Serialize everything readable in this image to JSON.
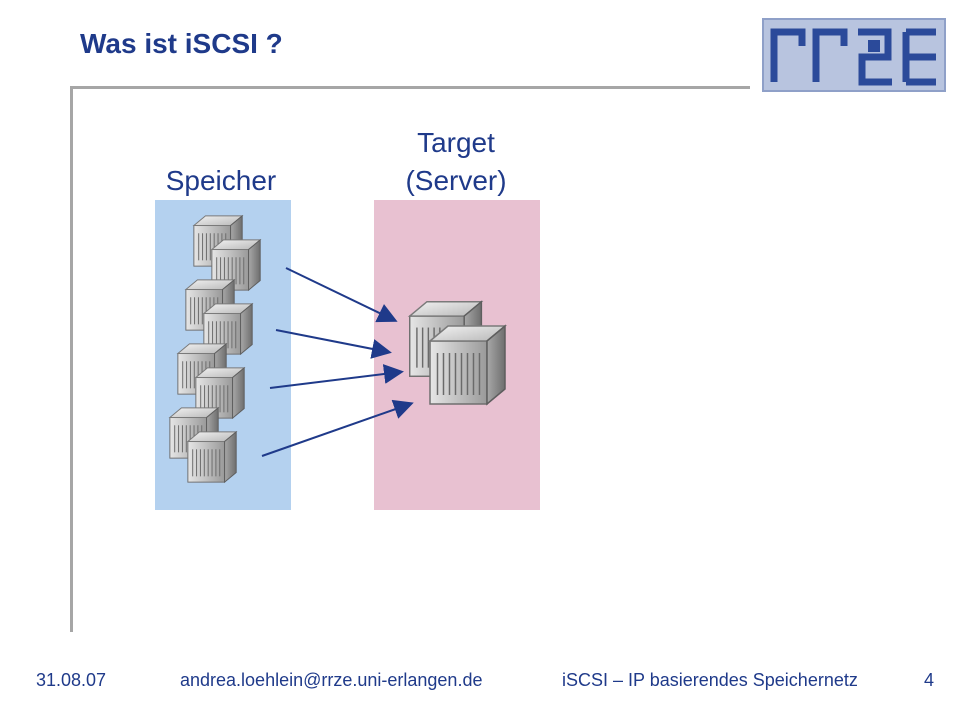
{
  "slide": {
    "title": "Was ist iSCSI ?",
    "labels": {
      "storage": "Speicher",
      "target_line1": "Target",
      "target_line2": "(Server)"
    },
    "logo": {
      "text": "rrze"
    }
  },
  "footer": {
    "date": "31.08.07",
    "email": "andrea.loehlein@rrze.uni-erlangen.de",
    "subtitle": "iSCSI – IP basierendes Speichernetz",
    "page": "4"
  },
  "colors": {
    "title": "#1f3a8a",
    "storage_panel": "#b4d1ef",
    "target_panel": "#e8c1d1",
    "arrow": "#1f3a8a",
    "logo_bg": "#b8c4df",
    "logo_fg": "#2b4a9a"
  },
  "icons": {
    "storage": "server-rack-icon",
    "target": "server-rack-icon",
    "logo": "rrze-logo"
  }
}
